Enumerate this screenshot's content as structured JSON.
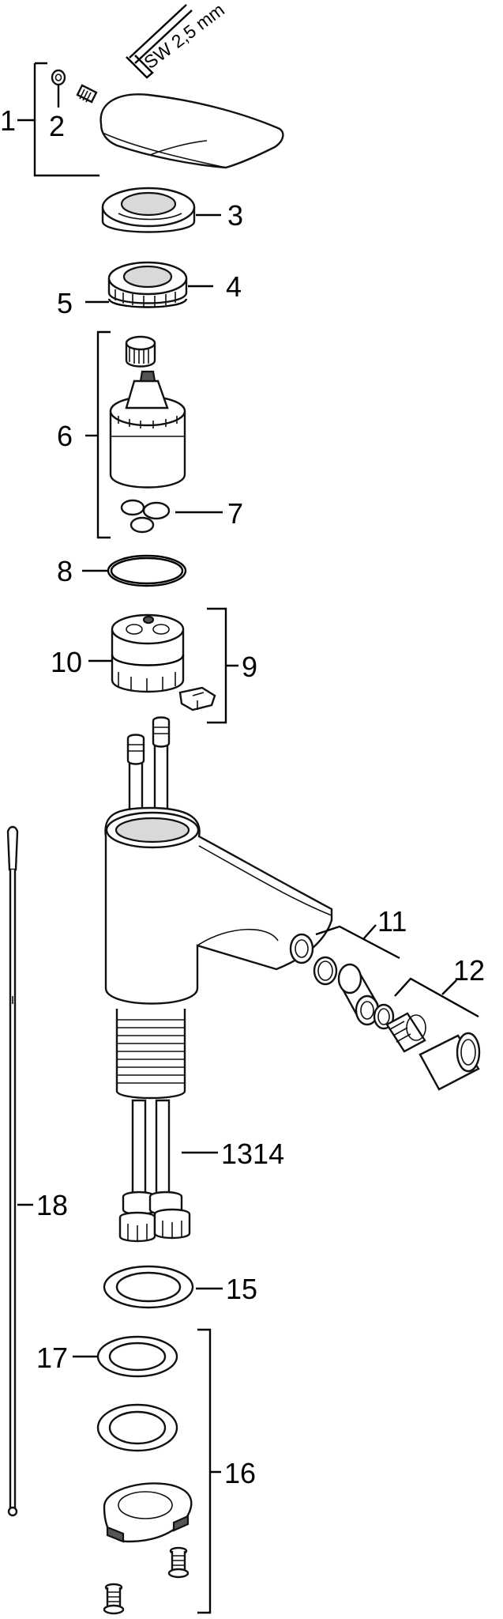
{
  "tool": {
    "label": "SW 2,5 mm"
  },
  "labels": {
    "p1": "1",
    "p2": "2",
    "p3": "3",
    "p4": "4",
    "p5": "5",
    "p6": "6",
    "p7": "7",
    "p8": "8",
    "p9": "9",
    "p10": "10",
    "p11": "11",
    "p12": "12",
    "p1314": "1314",
    "p15": "15",
    "p16": "16",
    "p17": "17",
    "p18": "18"
  }
}
